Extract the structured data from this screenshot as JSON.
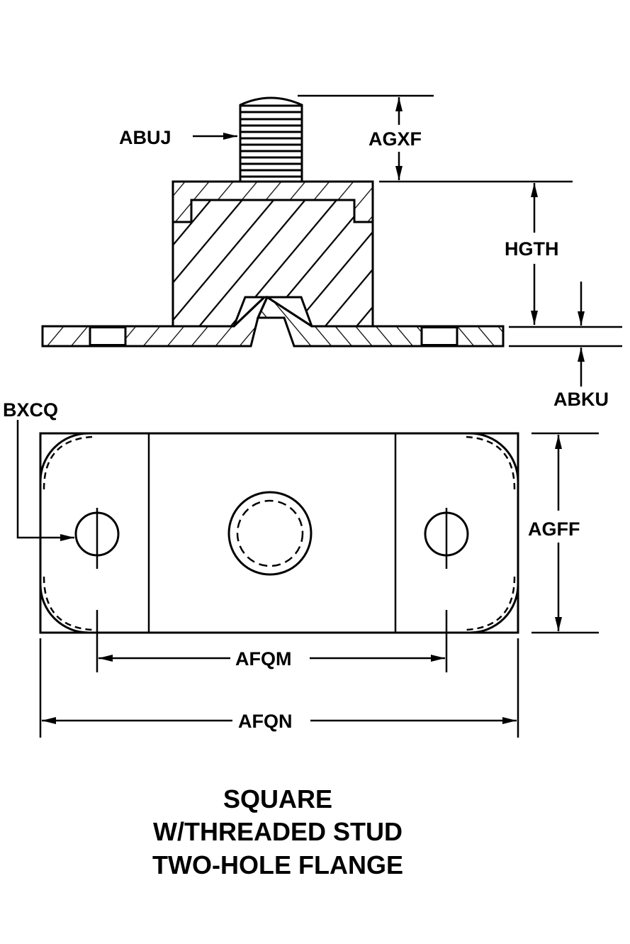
{
  "labels": {
    "stud_thread": "ABUJ",
    "stud_length": "AGXF",
    "overall_height": "HGTH",
    "flange_thickness": "ABKU",
    "mounting_hole": "BXCQ",
    "flange_width": "AGFF",
    "hole_spacing": "AFQM",
    "overall_length": "AFQN"
  },
  "title": {
    "line1": "SQUARE",
    "line2": "W/THREADED STUD",
    "line3": "TWO-HOLE FLANGE"
  },
  "colors": {
    "ink": "#000000",
    "background": "#ffffff"
  }
}
